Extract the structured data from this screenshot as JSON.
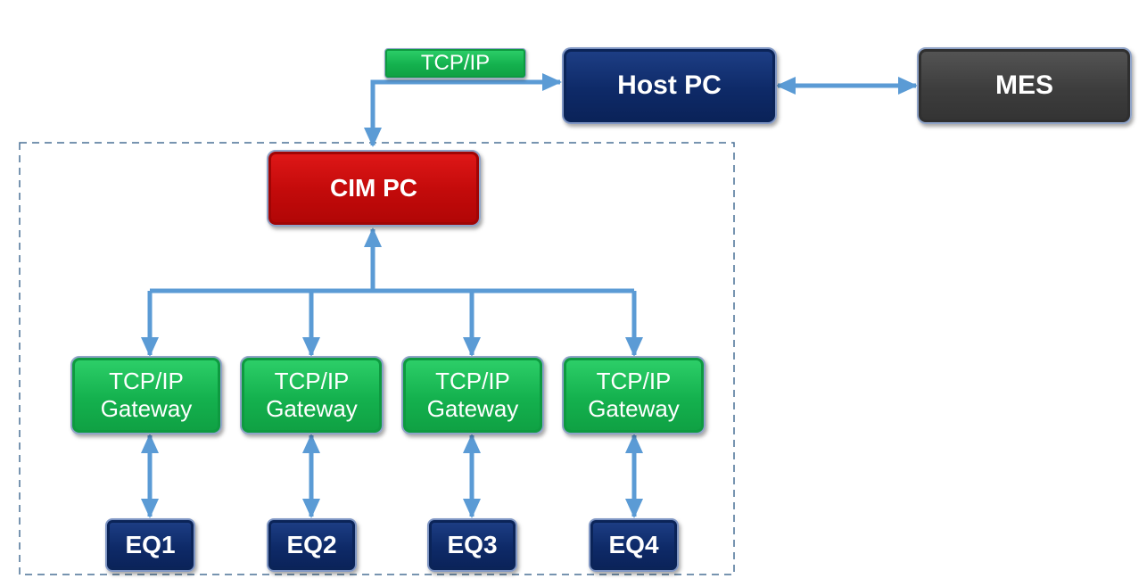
{
  "diagram": {
    "host_pc": "Host PC",
    "mes": "MES",
    "cim_pc": "CIM PC",
    "link_label": "TCP/IP",
    "gateways": [
      {
        "line1": "TCP/IP",
        "line2": "Gateway"
      },
      {
        "line1": "TCP/IP",
        "line2": "Gateway"
      },
      {
        "line1": "TCP/IP",
        "line2": "Gateway"
      },
      {
        "line1": "TCP/IP",
        "line2": "Gateway"
      }
    ],
    "equipment": [
      "EQ1",
      "EQ2",
      "EQ3",
      "EQ4"
    ]
  },
  "colors": {
    "connector": "#5b9bd5",
    "boundary": "#4a7195",
    "host_box": "#0e2a68",
    "mes_box": "#3d3d3d",
    "cim_box": "#c20a0a",
    "gateway_box": "#14b14e",
    "equipment_box": "#0e2a68"
  }
}
